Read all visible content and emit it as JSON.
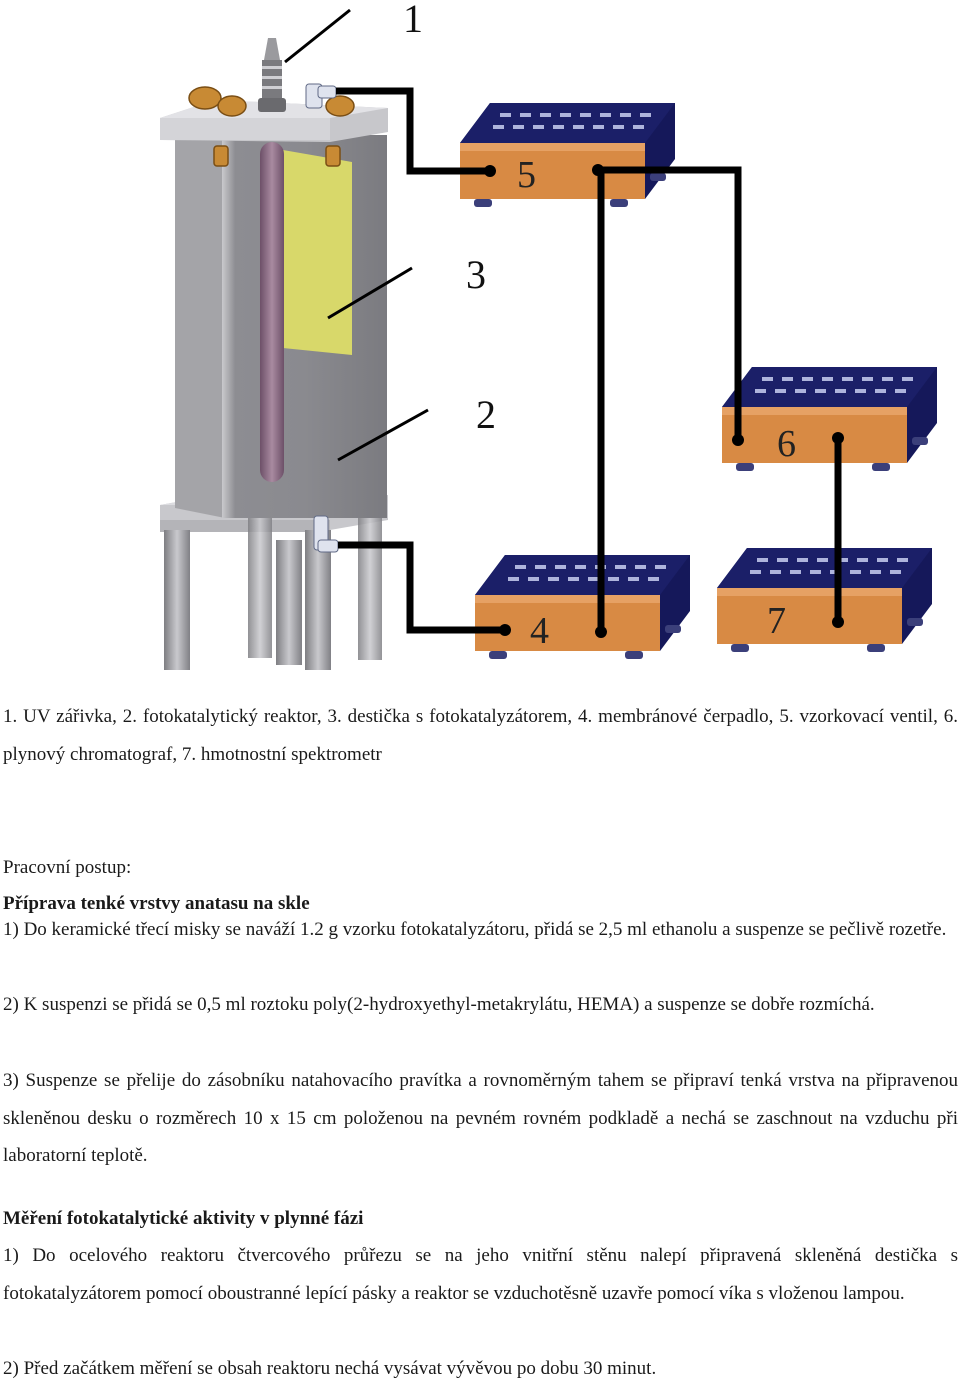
{
  "figure": {
    "callouts": [
      "1",
      "2",
      "3",
      "4",
      "5",
      "6",
      "7"
    ],
    "colors": {
      "reactor_glass": "#8f8f94",
      "plate": "#d8d86a",
      "lamp_tube": "#8e6e86",
      "device_front": "#d88a44",
      "device_top": "#15185a",
      "tubing": "#000000",
      "clamp": "#c88a34",
      "stand": "#b0b0b4"
    }
  },
  "caption": "1. UV zářivka, 2. fotokatalytický reaktor, 3. destička s fotokatalyzátorem, 4. membránové čerpadlo, 5. vzorkovací ventil, 6. plynový chromatograf, 7. hmotnostní spektrometr",
  "procedure_label": "Pracovní postup:",
  "section1": {
    "heading": "Příprava tenké vrstvy anatasu na skle",
    "steps": [
      "1) Do keramické třecí misky se naváží 1.2 g vzorku fotokatalyzátoru, přidá se 2,5 ml ethanolu a suspenze se pečlivě rozetře.",
      "2) K suspenzi se přidá se 0,5 ml roztoku poly(2-hydroxyethyl-metakrylátu, HEMA) a suspenze se dobře rozmíchá.",
      "3) Suspenze se přelije do zásobníku natahovacího pravítka a rovnoměrným tahem se připraví tenká vrstva na připravenou skleněnou desku o rozměrech 10 x 15 cm položenou na pevném rovném podkladě a nechá se zaschnout na vzduchu při laboratorní teplotě."
    ]
  },
  "section2": {
    "heading": "Měření fotokatalytické aktivity v plynné fázi",
    "steps": [
      "1) Do ocelového reaktoru čtvercového průřezu se na jeho vnitřní stěnu nalepí připravená skleněná destička s fotokatalyzátorem pomocí oboustranné lepící pásky a reaktor se vzduchotěsně uzavře pomocí víka s vloženou lampou.",
      "2) Před začátkem měření se obsah reaktoru nechá vysávat vývěvou po dobu 30 minut."
    ]
  }
}
